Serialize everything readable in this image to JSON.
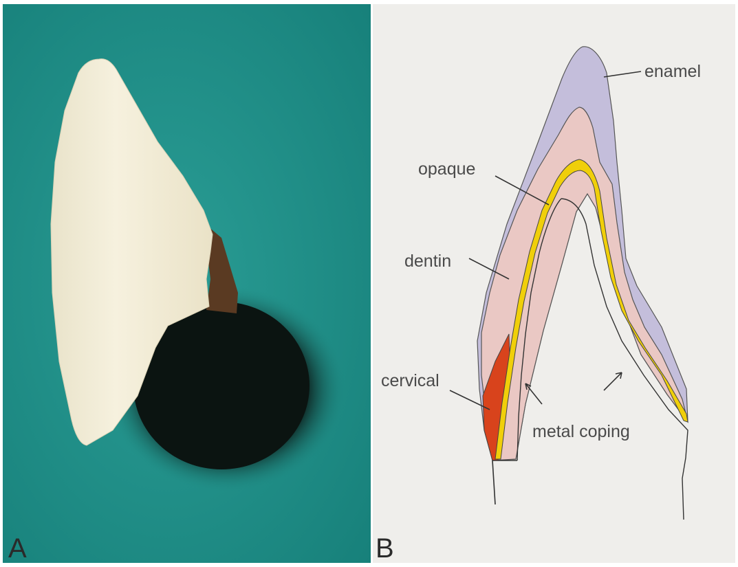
{
  "panel_a": {
    "letter": "A"
  },
  "panel_b": {
    "letter": "B",
    "labels": {
      "enamel": "enamel",
      "opaque": "opaque",
      "dentin": "dentin",
      "cervical": "cervical",
      "metal_coping": "metal coping"
    }
  },
  "colors": {
    "photo_background": "#1f8e86",
    "tooth_porcelain": "#f2ecd6",
    "metal_base": "#0d1512",
    "diagram_background": "#efeeeb",
    "enamel_layer": "#c4bedb",
    "dentin_layer": "#eac8c4",
    "opaque_layer": "#f0cf0a",
    "cervical_layer": "#d8431c"
  }
}
